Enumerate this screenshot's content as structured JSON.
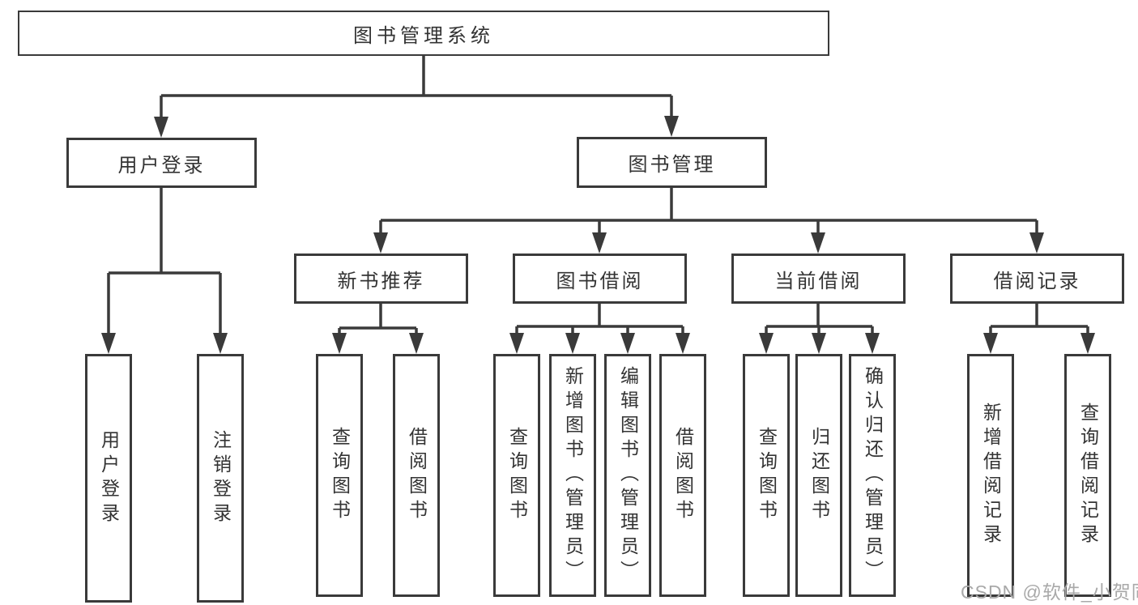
{
  "diagram": {
    "root": {
      "label": "图书管理系统"
    },
    "level2": {
      "user_login": {
        "label": "用户登录"
      },
      "book_management": {
        "label": "图书管理"
      }
    },
    "level3": {
      "new_book_recommend": {
        "label": "新书推荐"
      },
      "book_borrow": {
        "label": "图书借阅"
      },
      "current_borrow": {
        "label": "当前借阅"
      },
      "borrow_records": {
        "label": "借阅记录"
      }
    },
    "level4": {
      "user_login_children": [
        {
          "label": "用户登录"
        },
        {
          "label": "注销登录"
        }
      ],
      "new_book_children": [
        {
          "label": "查询图书"
        },
        {
          "label": "借阅图书"
        }
      ],
      "book_borrow_children": [
        {
          "label": "查询图书"
        },
        {
          "label": "新增图书（管理员）"
        },
        {
          "label": "编辑图书（管理员）"
        },
        {
          "label": "借阅图书"
        }
      ],
      "current_borrow_children": [
        {
          "label": "查询图书"
        },
        {
          "label": "归还图书"
        },
        {
          "label": "确认归还（管理员）"
        }
      ],
      "borrow_records_children": [
        {
          "label": "新增借阅记录"
        },
        {
          "label": "查询借阅记录"
        }
      ]
    }
  },
  "watermark": {
    "text": "CSDN @软件_小贺同学"
  },
  "colors": {
    "line": "#3a3a3a",
    "text": "#333333",
    "watermark": "#a9a9a9",
    "background": "#ffffff"
  }
}
